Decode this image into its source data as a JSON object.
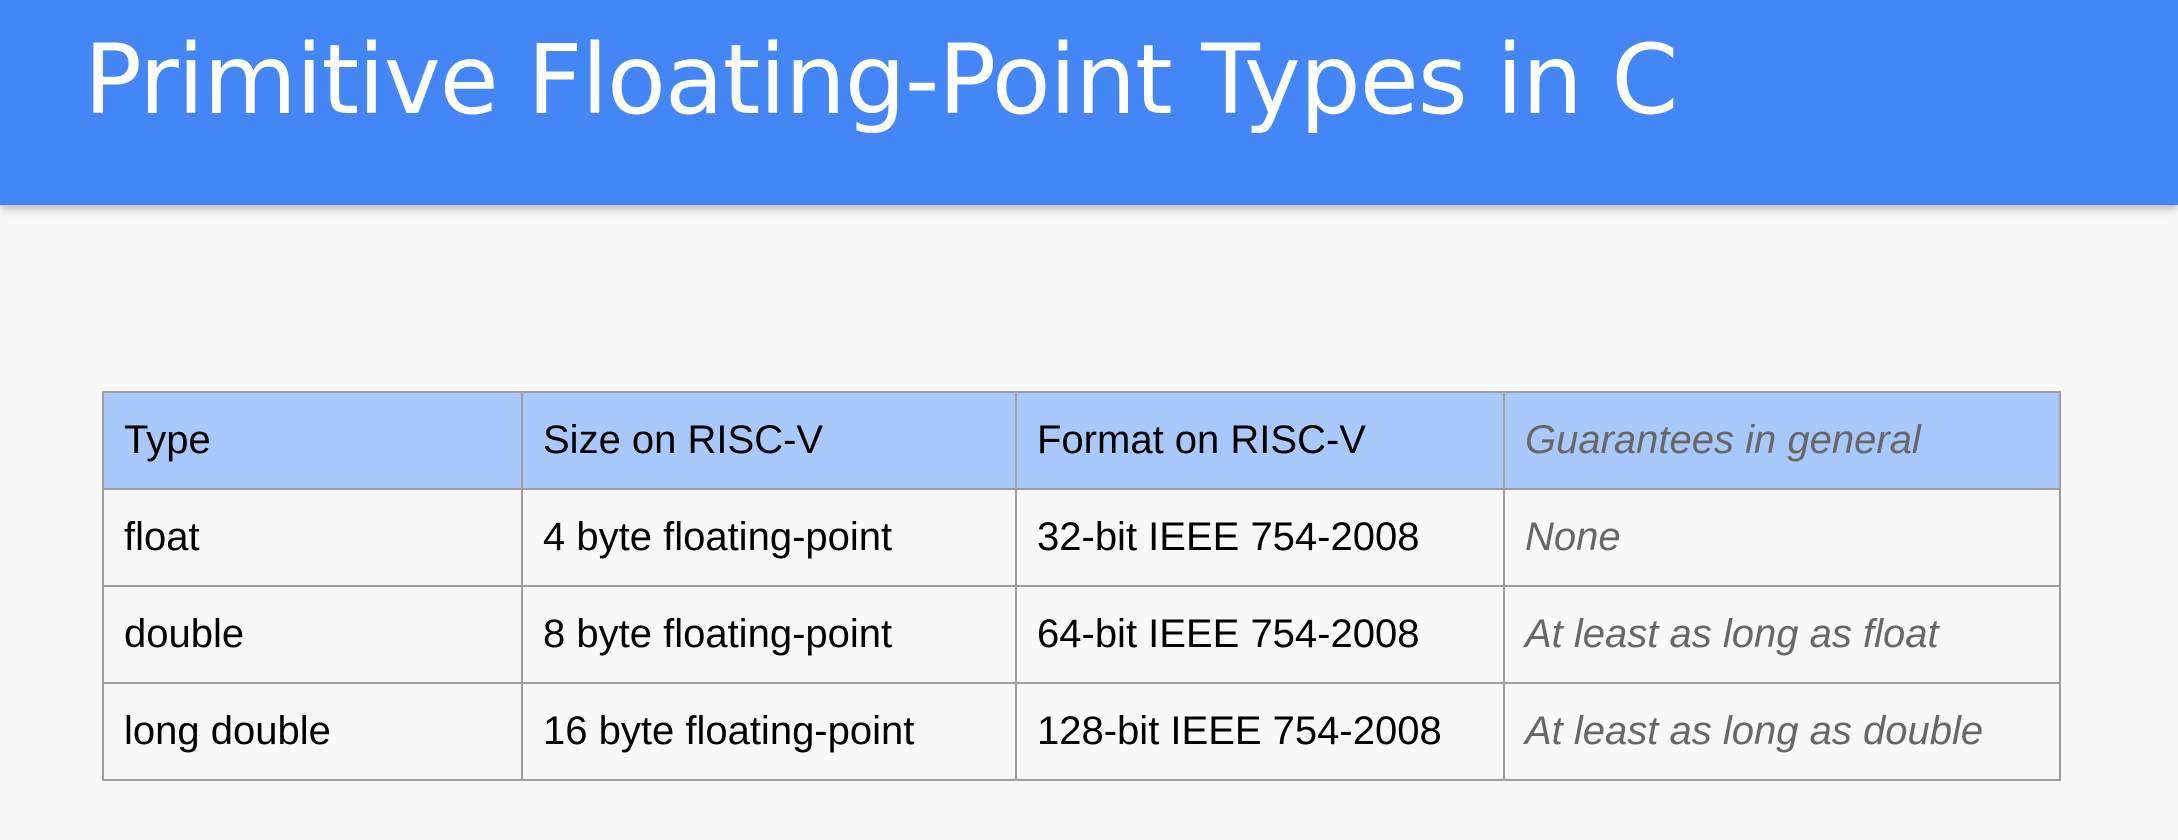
{
  "slide": {
    "title": "Primitive Floating-Point Types in C"
  },
  "table": {
    "headers": [
      "Type",
      "Size on RISC-V",
      "Format on RISC-V",
      "Guarantees in general"
    ],
    "rows": [
      [
        "float",
        "4 byte floating-point",
        "32-bit IEEE 754-2008",
        "None"
      ],
      [
        "double",
        "8 byte floating-point",
        "64-bit IEEE 754-2008",
        "At least as long as float"
      ],
      [
        "long double",
        "16 byte floating-point",
        "128-bit IEEE 754-2008",
        "At least as long as double"
      ]
    ]
  },
  "colors": {
    "header_bar": "#4486f6",
    "table_header": "#a9c8fc",
    "border": "#9e9e9e",
    "italic_text": "#676767",
    "background": "#f9f9f9"
  }
}
